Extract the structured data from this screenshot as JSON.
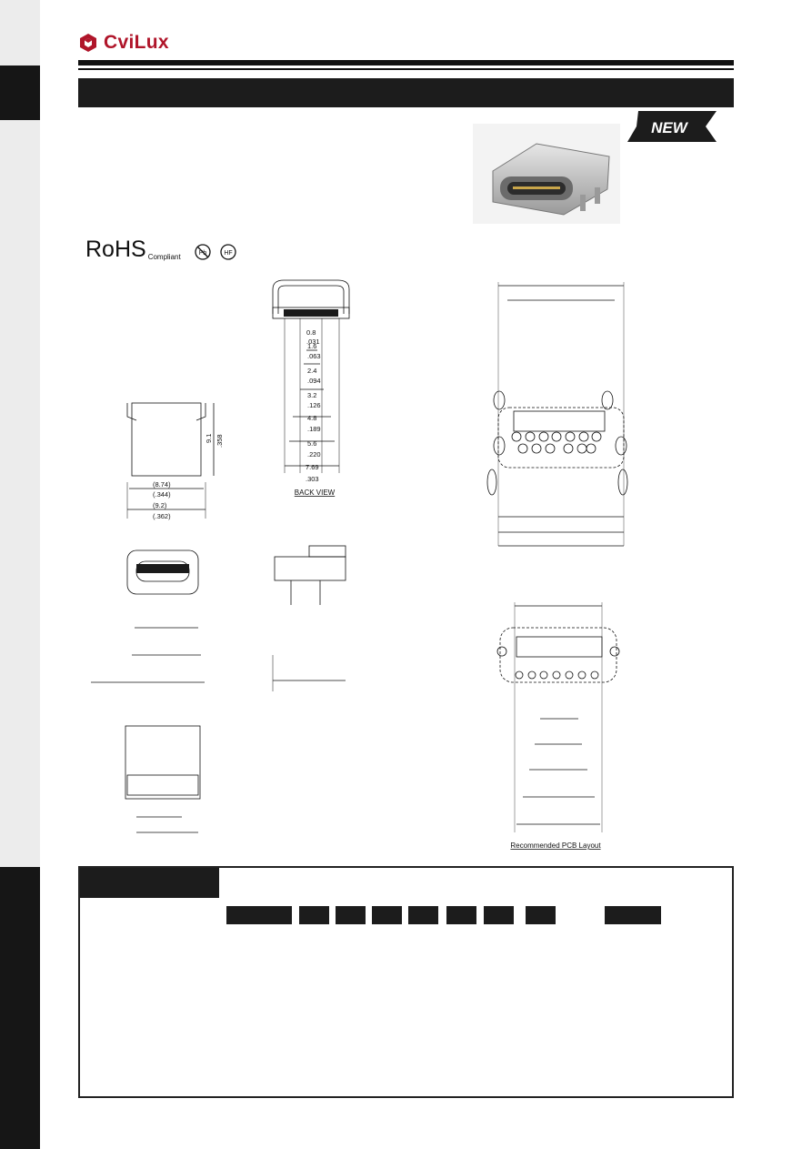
{
  "header": {
    "brand": "CviLux",
    "brand_color": "#b0152a",
    "icon": "cvilux-logo-icon"
  },
  "badge": {
    "text": "NEW"
  },
  "certifications": {
    "rohs": "RoHS",
    "rohs_sub": "Compliant",
    "pb_free_icon": "pb-free-icon",
    "hf_icon": "halogen-free-icon",
    "hf_text": "HF"
  },
  "captions": {
    "back_view": "BACK VIEW",
    "pcb_layout": "Recommended PCB Layout"
  },
  "back_view_dims": [
    "0.8",
    ".031",
    "1.6",
    ".063",
    "2.4",
    ".094",
    "3.2",
    ".126",
    "4.8",
    ".189",
    "5.6",
    ".220",
    "7.69",
    ".303"
  ],
  "front_view_dims": [
    "9.1",
    ".358",
    "(8.74)",
    "(.344)",
    "(9.2)",
    "(.362)"
  ],
  "colors": {
    "dark": "#1c1c1c",
    "strip": "#ececec"
  }
}
